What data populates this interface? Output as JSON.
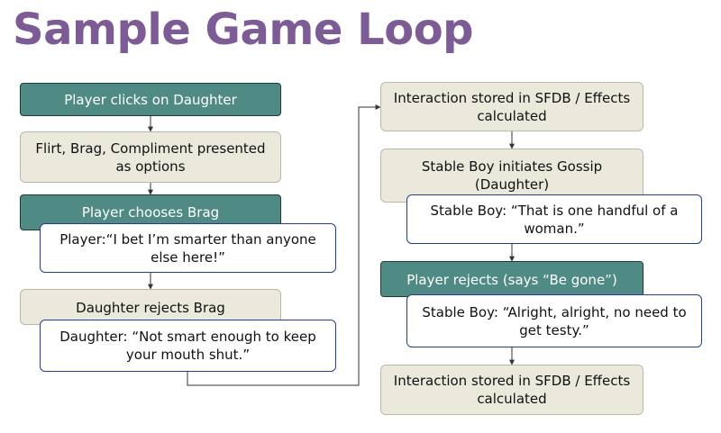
{
  "title": "Sample Game Loop",
  "left_column": [
    {
      "id": "l1",
      "kind": "action",
      "text": "Player clicks on Daughter"
    },
    {
      "id": "l2",
      "kind": "step",
      "text": "Flirt, Brag, Compliment presented as options"
    },
    {
      "id": "l3",
      "kind": "action",
      "text": "Player chooses Brag"
    },
    {
      "id": "l4",
      "kind": "dialogue",
      "text": "Player:“I bet I’m smarter than anyone else here!”"
    },
    {
      "id": "l5",
      "kind": "step",
      "text": "Daughter rejects Brag"
    },
    {
      "id": "l6",
      "kind": "dialogue",
      "text": "Daughter: “Not smart enough to keep your mouth shut.”"
    }
  ],
  "right_column": [
    {
      "id": "r1",
      "kind": "step",
      "text": "Interaction stored in SFDB / Effects calculated"
    },
    {
      "id": "r2",
      "kind": "step",
      "text": "Stable Boy initiates Gossip (Daughter)"
    },
    {
      "id": "r3",
      "kind": "dialogue",
      "text": "Stable Boy: “That is one handful of a woman.”"
    },
    {
      "id": "r4",
      "kind": "action",
      "text": "Player rejects (says “Be gone”)"
    },
    {
      "id": "r5",
      "kind": "dialogue",
      "text": "Stable Boy: “Alright, alright, no need to get testy.”"
    },
    {
      "id": "r6",
      "kind": "step",
      "text": "Interaction stored in SFDB / Effects calculated"
    }
  ],
  "colors": {
    "title": "#7d5c95",
    "action_fill": "#4f8a84",
    "step_fill": "#ebe8dc",
    "dialogue_border": "#233e8f",
    "connector": "#333333"
  }
}
